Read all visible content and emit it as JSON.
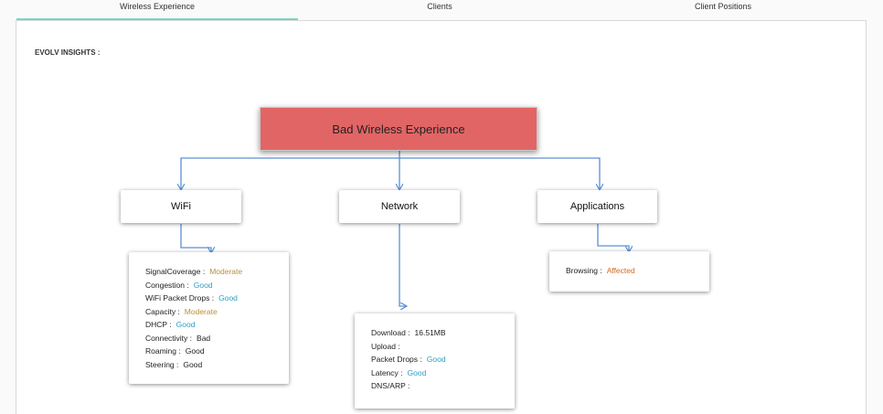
{
  "tabs": [
    {
      "label": "Wireless Experience",
      "active": true
    },
    {
      "label": "Clients",
      "active": false
    },
    {
      "label": "Client Positions",
      "active": false
    }
  ],
  "insights_label": "EVOLV INSIGHTS :",
  "root": {
    "label": "Bad Wireless Experience",
    "color": "#e26565"
  },
  "categories": [
    {
      "label": "WiFi",
      "metrics": [
        {
          "label": "SignalCoverage :",
          "value": "Moderate",
          "status": "moderate"
        },
        {
          "label": "Congestion :",
          "value": "Good",
          "status": "good"
        },
        {
          "label": "WiFi Packet Drops :",
          "value": "Good",
          "status": "good"
        },
        {
          "label": "Capacity :",
          "value": "Moderate",
          "status": "moderate"
        },
        {
          "label": "DHCP :",
          "value": "Good",
          "status": "good"
        },
        {
          "label": "Connectivity :",
          "value": "Bad",
          "status": "neutral"
        },
        {
          "label": "Roaming :",
          "value": "Good",
          "status": "neutral"
        },
        {
          "label": "Steering :",
          "value": "Good",
          "status": "neutral"
        }
      ]
    },
    {
      "label": "Network",
      "metrics": [
        {
          "label": "Download :",
          "value": "16.51MB",
          "status": "neutral"
        },
        {
          "label": "Upload :",
          "value": "",
          "status": "neutral"
        },
        {
          "label": "Packet Drops :",
          "value": "Good",
          "status": "good"
        },
        {
          "label": "Latency :",
          "value": "Good",
          "status": "good"
        },
        {
          "label": "DNS/ARP :",
          "value": "",
          "status": "neutral"
        }
      ]
    },
    {
      "label": "Applications",
      "metrics": [
        {
          "label": "Browsing :",
          "value": "Affected",
          "status": "affected"
        }
      ]
    }
  ],
  "colors": {
    "good": "#2e9fc4",
    "moderate": "#b8903a",
    "affected": "#d2691e",
    "neutral": "#222222",
    "connector": "#5b8fd6",
    "tab_underline": "#7fd3c1"
  }
}
